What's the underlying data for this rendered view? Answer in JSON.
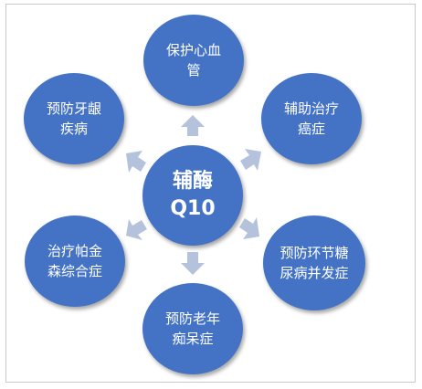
{
  "center": {
    "line1": "辅酶",
    "line2": "Q10"
  },
  "nodes": [
    {
      "id": "top",
      "label": "保护心血管"
    },
    {
      "id": "top-right",
      "label": "辅助治疗癌症"
    },
    {
      "id": "bottom-right",
      "label": "预防环节糖尿病并发症"
    },
    {
      "id": "bottom",
      "label": "预防老年痴呆症"
    },
    {
      "id": "bottom-left",
      "label": "治疗帕金森综合症"
    },
    {
      "id": "top-left",
      "label": "预防牙龈疾病"
    }
  ],
  "colors": {
    "node_fill": "#4473c5",
    "arrow_fill": "#b4c2dc",
    "text": "#ffffff"
  }
}
